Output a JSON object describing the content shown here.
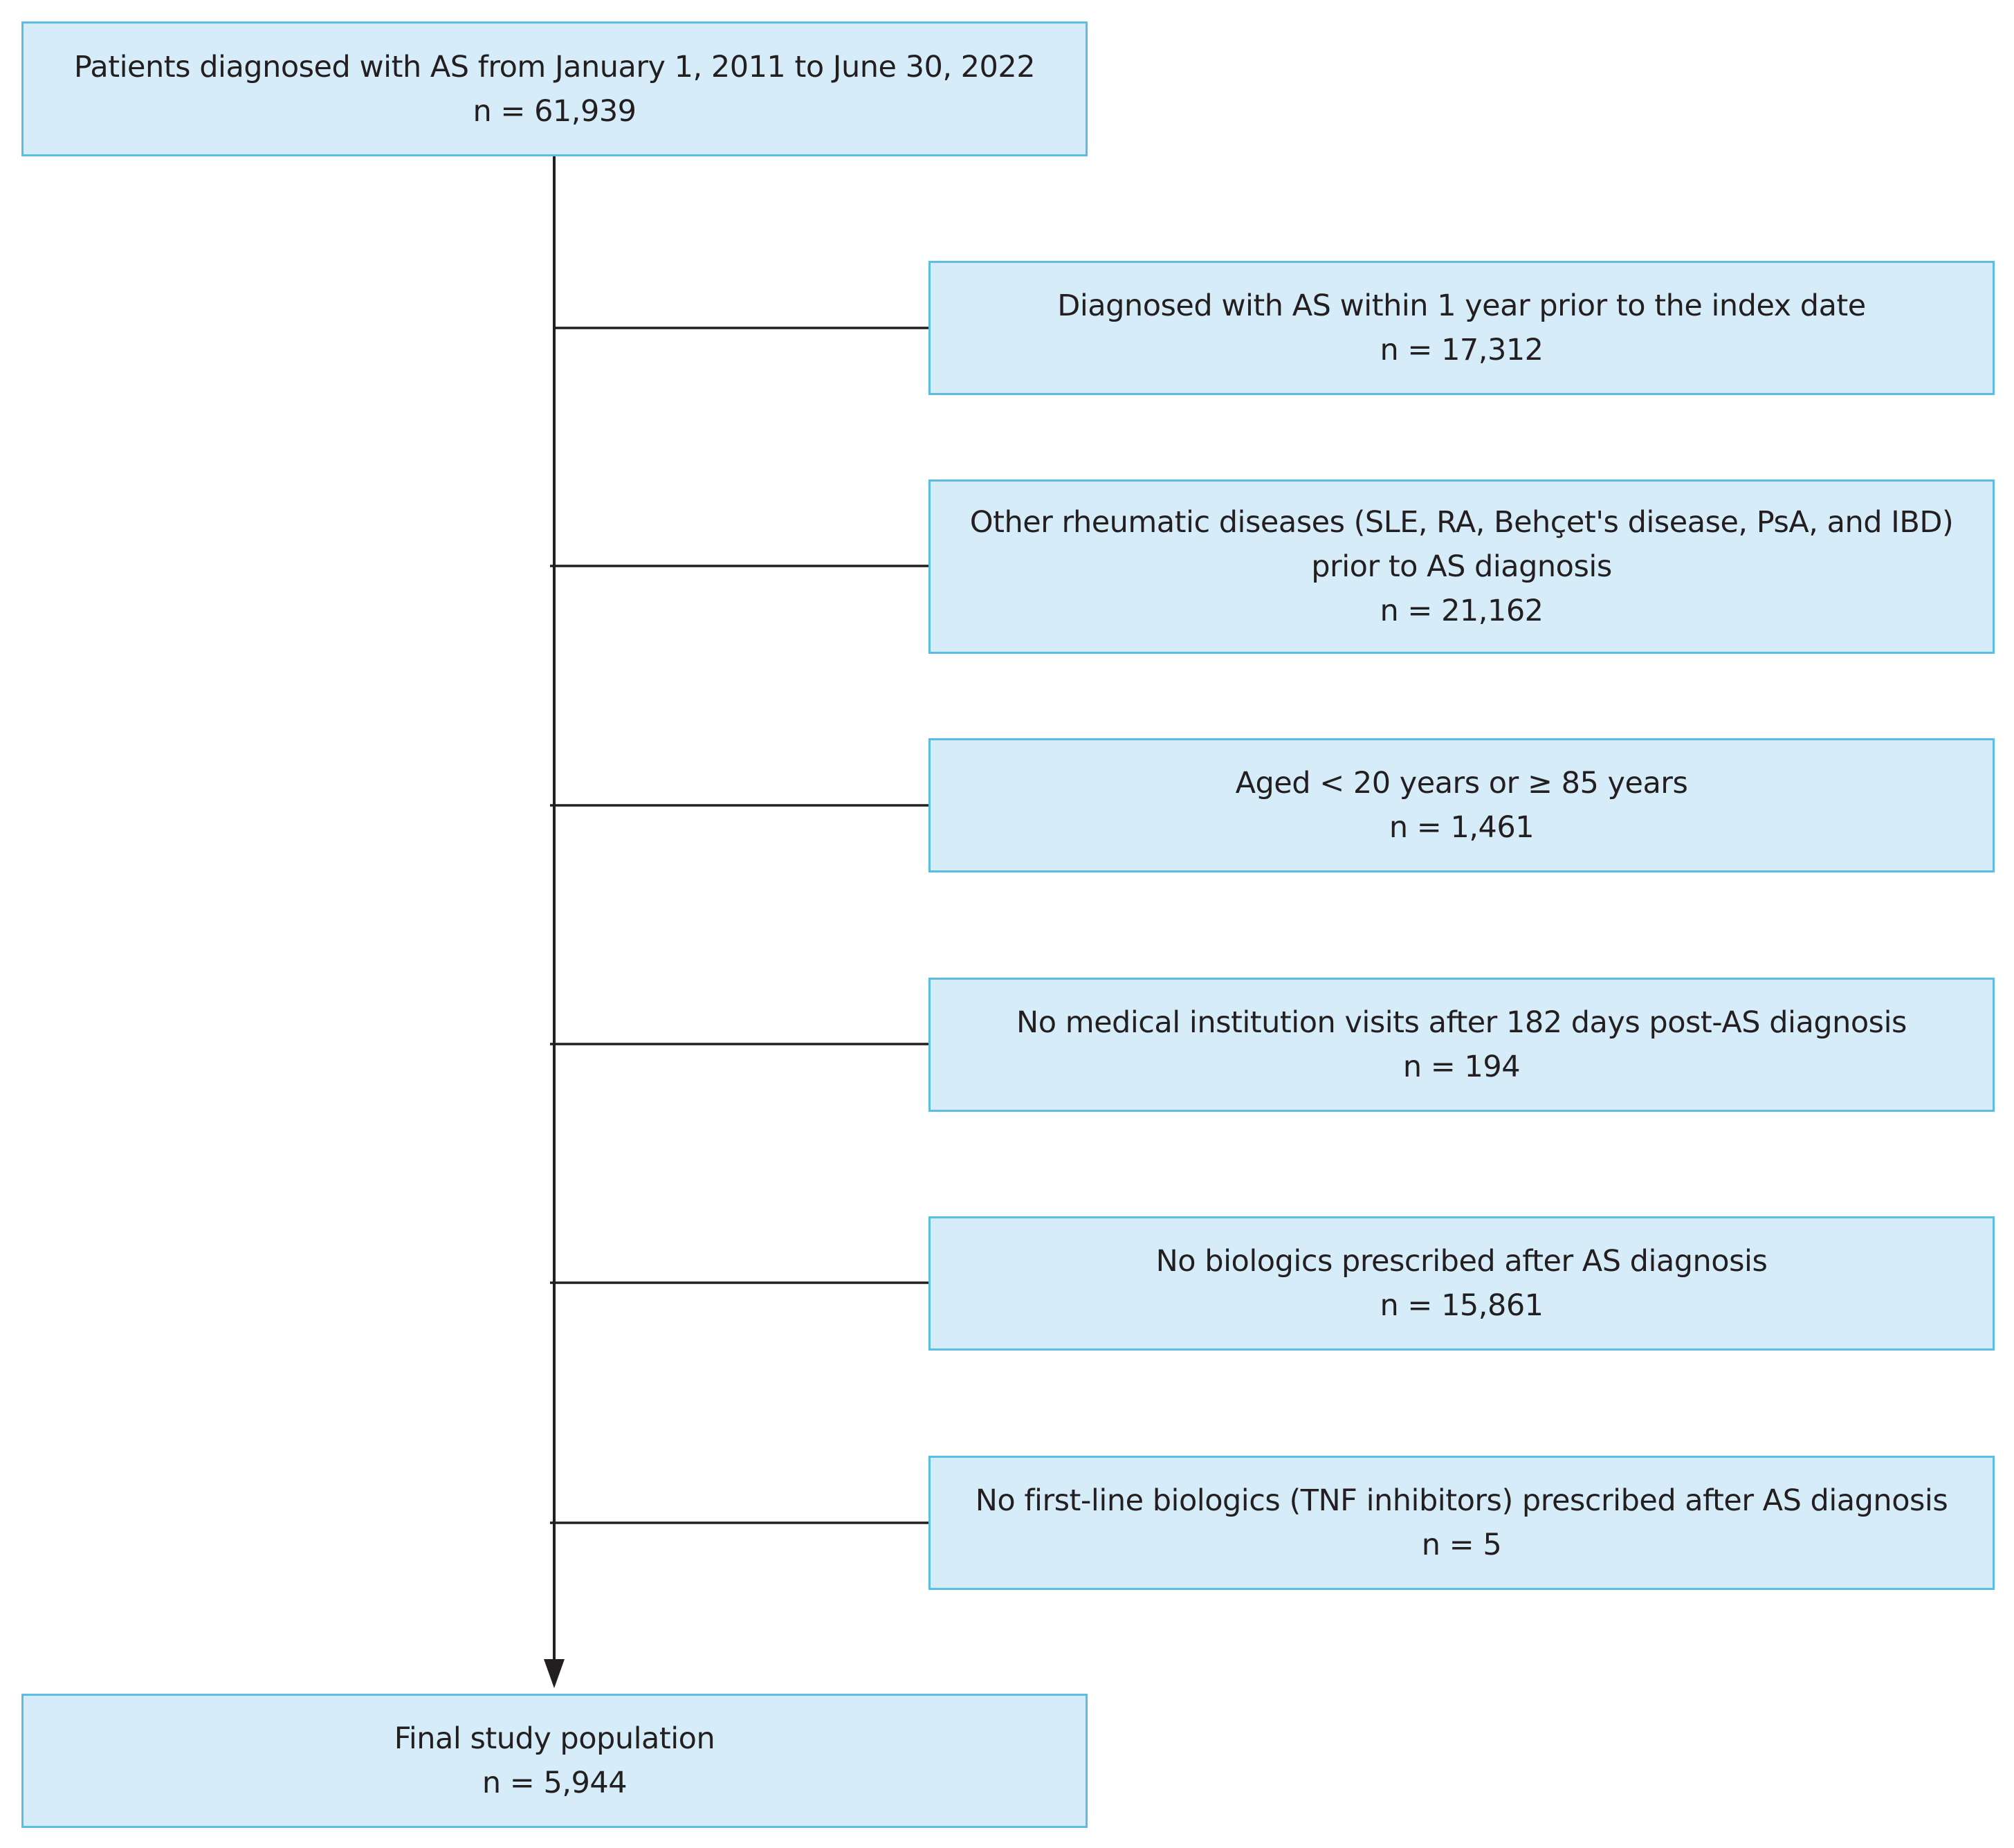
{
  "flow": {
    "start": {
      "label": "Patients diagnosed with AS from January 1, 2011 to June 30, 2022",
      "count": "n = 61,939"
    },
    "exclusions": [
      {
        "lines": [
          "Diagnosed with AS within 1 year prior to the index date"
        ],
        "count": "n = 17,312"
      },
      {
        "lines": [
          "Other rheumatic diseases (SLE, RA, Behçet's disease, PsA, and IBD)",
          "prior to AS diagnosis"
        ],
        "count": "n = 21,162"
      },
      {
        "lines": [
          "Aged < 20 years or ≥ 85 years"
        ],
        "count": "n = 1,461"
      },
      {
        "lines": [
          "No medical institution visits after 182 days post-AS diagnosis"
        ],
        "count": "n = 194"
      },
      {
        "lines": [
          "No biologics prescribed after AS diagnosis"
        ],
        "count": "n = 15,861"
      },
      {
        "lines": [
          "No first-line biologics (TNF inhibitors) prescribed after AS diagnosis"
        ],
        "count": "n = 5"
      }
    ],
    "final": {
      "label": "Final study population",
      "count": "n = 5,944"
    }
  },
  "colors": {
    "box_fill": "#d6ecf8",
    "box_border": "#5bbde4",
    "line": "#231f20"
  }
}
